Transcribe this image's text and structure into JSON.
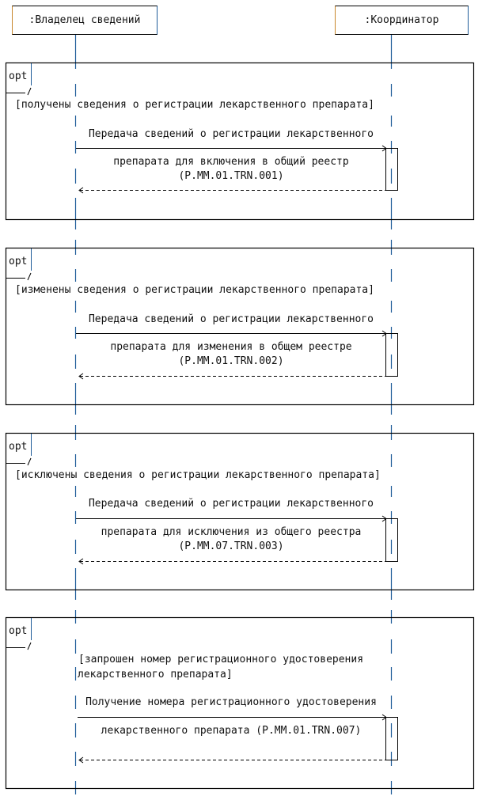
{
  "actors": [
    {
      "label": ":Владелец сведений"
    },
    {
      "label": ":Координатор"
    }
  ],
  "colors": {
    "line": "#000000",
    "lifeline_a": "#c8872c",
    "lifeline_b": "#1f5c99"
  },
  "fragments": [
    {
      "operator": "opt",
      "guard": "[получены сведения о регистрации лекарственного препарата]",
      "message_line1": "Передача сведений о регистрации лекарственного",
      "message_line2": "препарата для включения в общий реестр",
      "message_line3": "(P.MM.01.TRN.001)"
    },
    {
      "operator": "opt",
      "guard": "[изменены сведения о регистрации лекарственного препарата]",
      "message_line1": "Передача сведений о регистрации лекарственного",
      "message_line2": "препарата для изменения в общем реестре",
      "message_line3": "(P.MM.01.TRN.002)"
    },
    {
      "operator": "opt",
      "guard": "[исключены сведения о регистрации лекарственного препарата]",
      "message_line1": "Передача сведений о регистрации лекарственного",
      "message_line2": "препарата для исключения из общего реестра",
      "message_line3": "(P.MM.07.TRN.003)"
    },
    {
      "operator": "opt",
      "guard_line1": "[запрошен номер регистрационного удостоверения",
      "guard_line2": "лекарственного препарата]",
      "message_line1": "Получение номера регистрационного удостоверения",
      "message_line2": "лекарственного препарата (P.MM.01.TRN.007)"
    }
  ]
}
